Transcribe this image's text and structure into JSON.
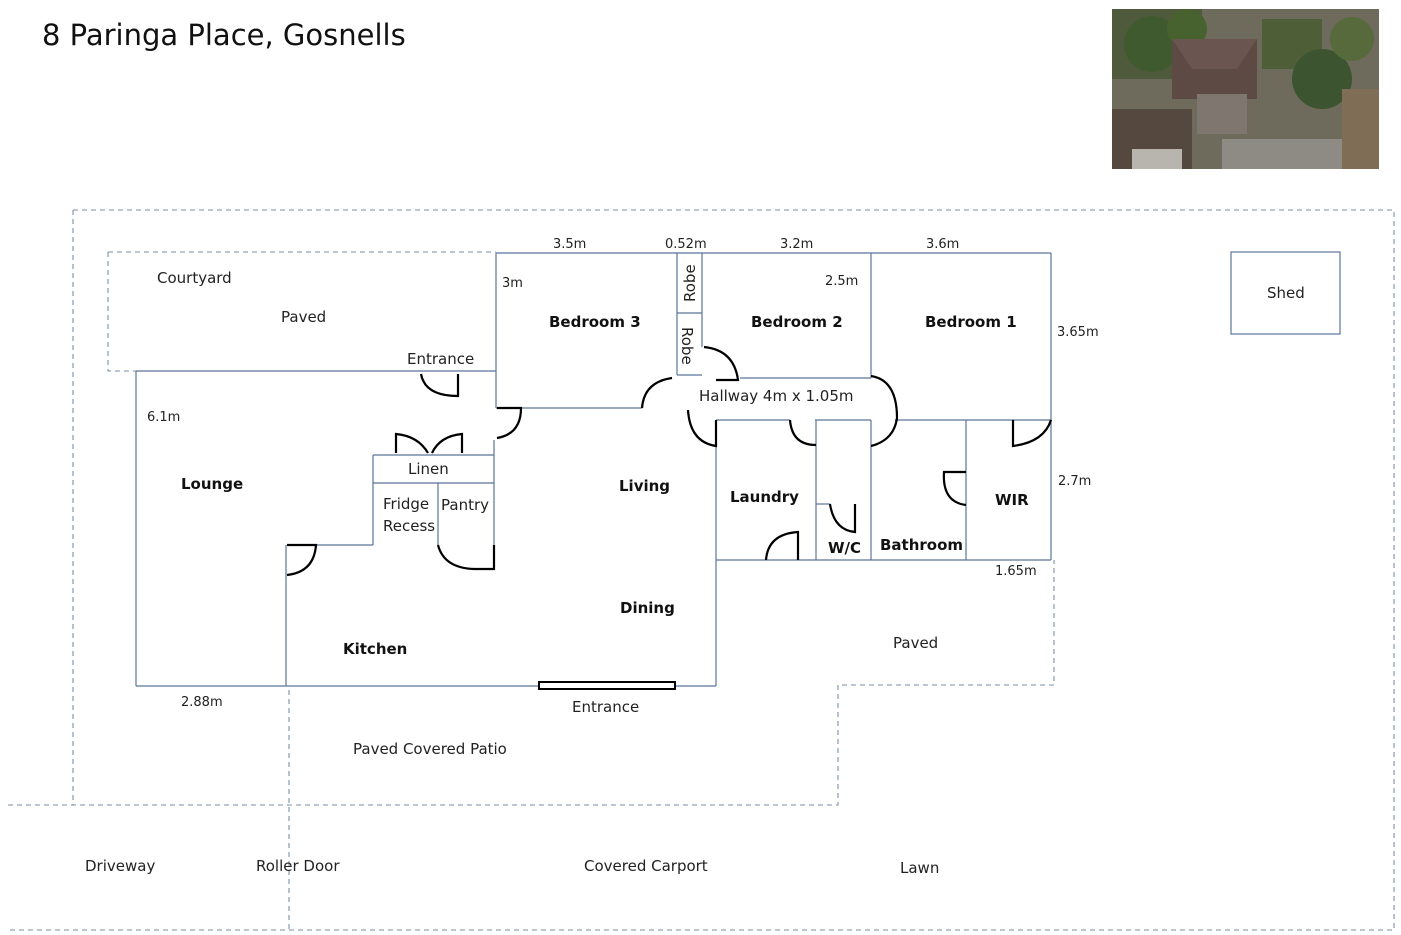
{
  "title": "8 Paringa Place, Gosnells",
  "aerial_image": {
    "description_icon": "aerial-photo"
  },
  "rooms": {
    "courtyard": "Courtyard",
    "courtyard_paved": "Paved",
    "entrance_top": "Entrance",
    "bedroom3": "Bedroom 3",
    "bedroom2": "Bedroom 2",
    "bedroom1": "Bedroom 1",
    "robe1": "Robe",
    "robe2": "Robe",
    "hallway": "Hallway 4m x 1.05m",
    "lounge": "Lounge",
    "linen": "Linen",
    "fridge_recess_1": "Fridge",
    "fridge_recess_2": "Recess",
    "pantry": "Pantry",
    "living": "Living",
    "dining": "Dining",
    "kitchen": "Kitchen",
    "laundry": "Laundry",
    "wc": "W/C",
    "bathroom": "Bathroom",
    "wir": "WIR",
    "shed": "Shed",
    "paved_right": "Paved",
    "entrance_bottom": "Entrance",
    "patio": "Paved Covered Patio",
    "driveway": "Driveway",
    "roller_door": "Roller Door",
    "carport": "Covered Carport",
    "lawn": "Lawn"
  },
  "dimensions": {
    "bed3_width": "3.5m",
    "robe_width": "0.52m",
    "bed2_width": "3.2m",
    "bed1_width": "3.6m",
    "bed3_depth": "3m",
    "bed2_depth": "2.5m",
    "bed1_depth": "3.65m",
    "lounge_depth": "6.1m",
    "wir_depth": "2.7m",
    "wir_width": "1.65m",
    "lounge_width": "2.88m"
  }
}
